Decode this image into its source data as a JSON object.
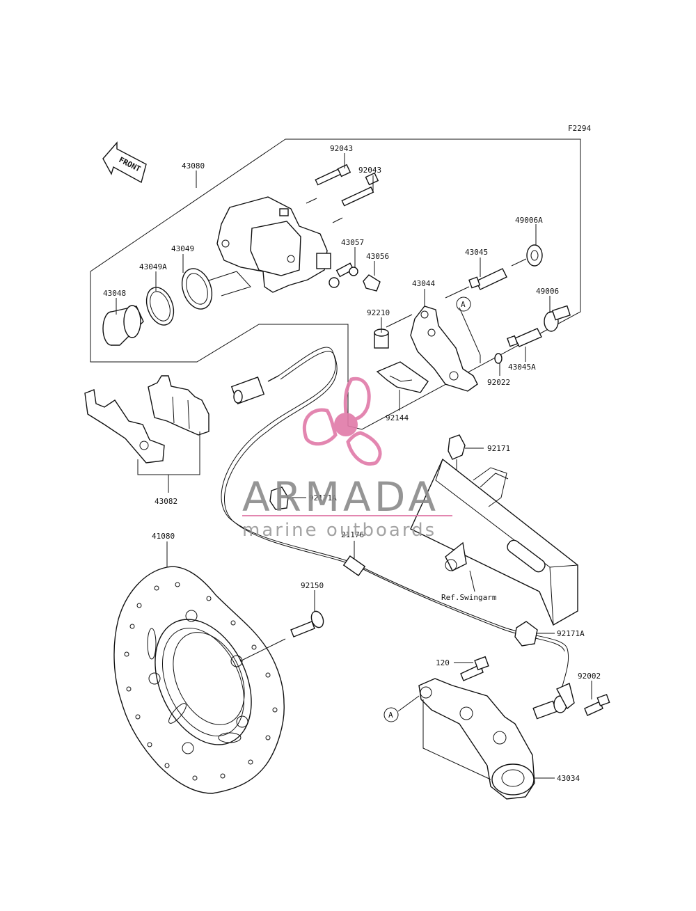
{
  "figure_code": "F2294",
  "front_label": "FRONT",
  "ref_label": "Ref.Swingarm",
  "callout_letter": "A",
  "parts": {
    "p43080": "43080",
    "p92043a": "92043",
    "p92043b": "92043",
    "p49006A": "49006A",
    "p43057": "43057",
    "p43056": "43056",
    "p43049": "43049",
    "p43049A": "43049A",
    "p43048": "43048",
    "p43045": "43045",
    "p43044": "43044",
    "p49006": "49006",
    "p92210": "92210",
    "p43045A": "43045A",
    "p92022": "92022",
    "p92144": "92144",
    "p92171": "92171",
    "p43082": "43082",
    "p92171A_a": "92171A",
    "p41080": "41080",
    "p21176": "21176",
    "p92150": "92150",
    "p92171A_b": "92171A",
    "p120": "120",
    "p92002": "92002",
    "p43034": "43034"
  },
  "watermark": {
    "brand": "ARMADA",
    "tagline": "marine outboards",
    "logo_color": "#e07aa8"
  }
}
